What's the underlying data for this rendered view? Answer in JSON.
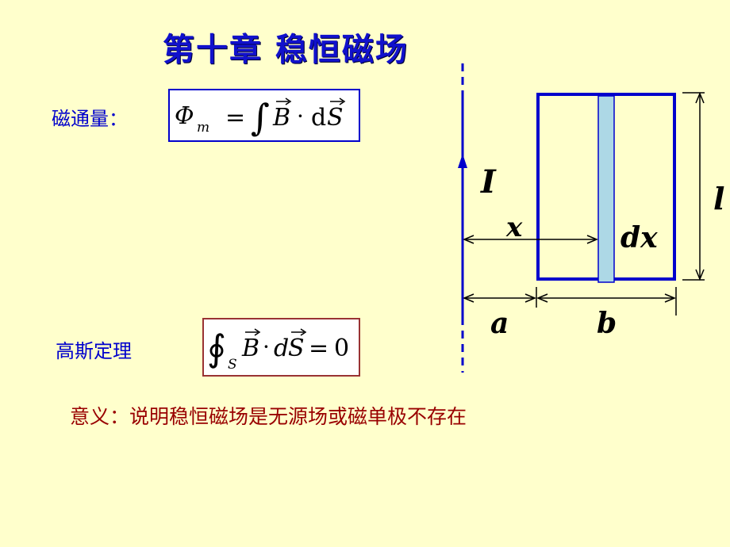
{
  "title": "第十章  稳恒磁场",
  "flux": {
    "label": "磁通量：",
    "formula": {
      "lhs_symbol": "Φ",
      "lhs_subscript": "m",
      "equals": "=",
      "integral": "∫",
      "vector_B": "B",
      "dot": "·",
      "differential": "d",
      "vector_S": "S"
    }
  },
  "gauss": {
    "label": "高斯定理",
    "formula": {
      "integral": "∮",
      "subscript": "S",
      "vector_B": "B",
      "dot": "·",
      "differential": "d",
      "vector_S": "S",
      "equals": "=",
      "rhs": "0"
    }
  },
  "meaning": "意义：说明稳恒磁场是无源场或磁单极不存在",
  "diagram": {
    "current_label": "I",
    "x_label": "x",
    "dx_label": "dx",
    "length_label": "l",
    "a_label": "a",
    "b_label": "b"
  },
  "colors": {
    "background": "#ffffcc",
    "title": "#1111cc",
    "blue": "#0000cc",
    "strip": "#add8e6",
    "meaning": "#990000"
  }
}
